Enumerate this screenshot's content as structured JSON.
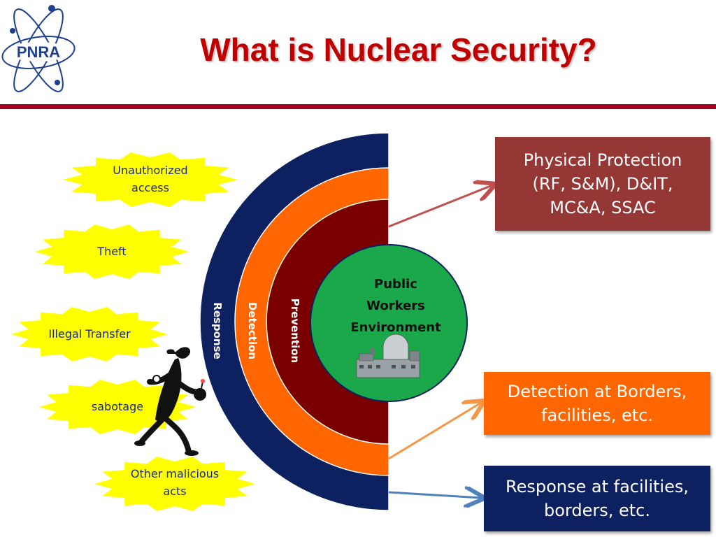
{
  "title": "What is Nuclear Security?",
  "logo": {
    "text": "PNRA",
    "icon": "atom-orbit-logo"
  },
  "threats": [
    {
      "id": "unauthorized",
      "lines": [
        "Unauthorized",
        "access"
      ]
    },
    {
      "id": "theft",
      "lines": [
        "Theft"
      ]
    },
    {
      "id": "illegal-transfer",
      "lines": [
        "Illegal Transfer"
      ]
    },
    {
      "id": "sabotage",
      "lines": [
        "sabotage"
      ]
    },
    {
      "id": "other",
      "lines": [
        "Other malicious",
        "acts"
      ]
    }
  ],
  "rings": {
    "response": "Response",
    "detection": "Detection",
    "prevention": "Prevention"
  },
  "core": {
    "lines": [
      "Public",
      "Workers",
      "Environment"
    ],
    "icon": "nuclear-plant-icon"
  },
  "boxes": {
    "physical": {
      "lines": [
        "Physical Protection",
        "(RF, S&M), D&IT,",
        "MC&A, SSAC"
      ]
    },
    "detection": {
      "lines": [
        "Detection at Borders,",
        "facilities, etc."
      ]
    },
    "response": {
      "lines": [
        "Response at facilities,",
        "borders, etc."
      ]
    }
  },
  "colors": {
    "title": "#c00000",
    "divider": "#a50021",
    "response_ring": "#0d2060",
    "detection_ring": "#ff6600",
    "prevention_ring": "#7a0000",
    "core": "#1aa84a",
    "physical_box": "#953735",
    "detection_box": "#ff6600",
    "response_box": "#0d2060",
    "starburst": "#ffff00"
  }
}
